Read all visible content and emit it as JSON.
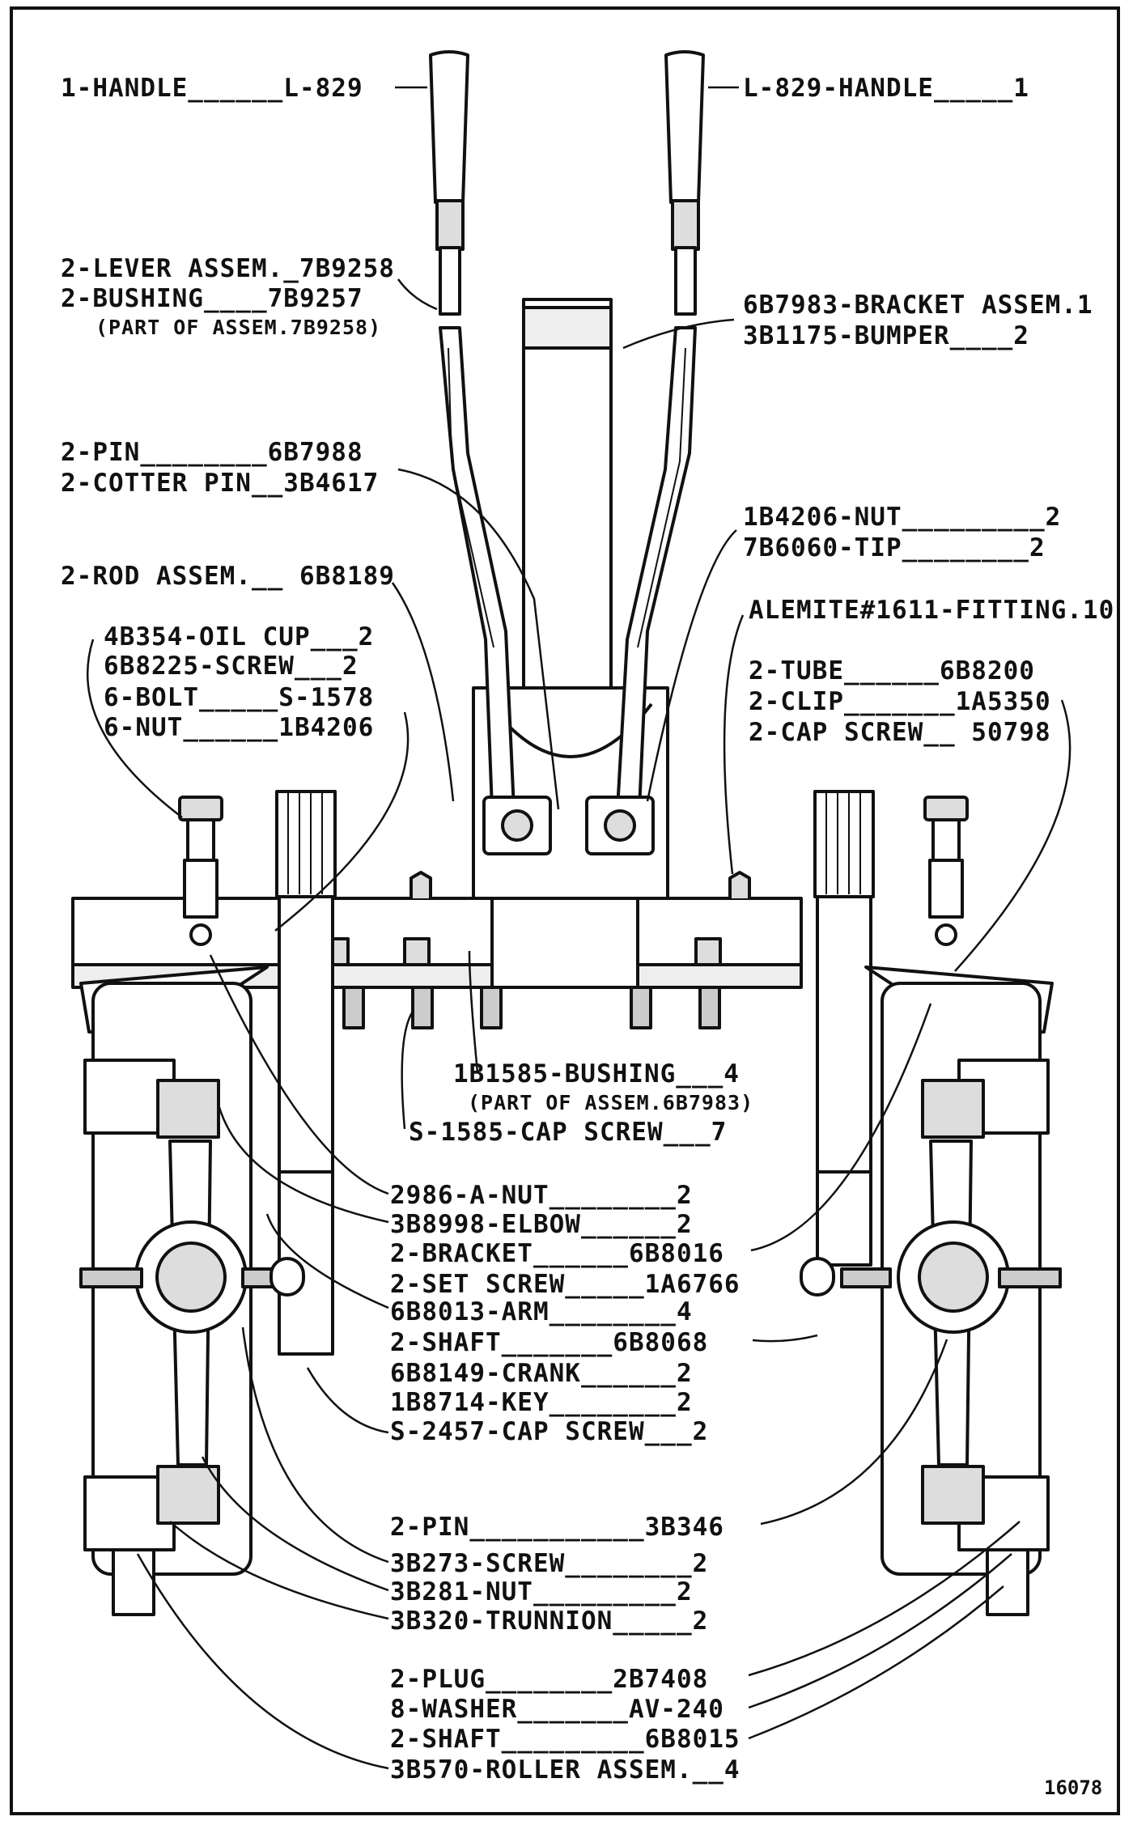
{
  "figure_number": "16078",
  "labels": {
    "handle_left": "1-HANDLE______L-829",
    "handle_right": "L-829-HANDLE_____1",
    "lever_assem": "2-LEVER ASSEM._7B9258",
    "bushing": "2-BUSHING____7B9257",
    "part_of_lever": "(PART OF ASSEM.7B9258)",
    "bracket_assem": "6B7983-BRACKET ASSEM.1",
    "bumper": "3B1175-BUMPER____2",
    "pin_top": "2-PIN________6B7988",
    "cotter_pin": "2-COTTER PIN__3B4617",
    "nut_1b4206": "1B4206-NUT_________2",
    "tip": "7B6060-TIP________2",
    "rod_assem": "2-ROD ASSEM.__ 6B8189",
    "alemite": "ALEMITE#1611-FITTING.10",
    "oil_cup": "4B354-OIL CUP___2",
    "screw_6b8225": "6B8225-SCREW___2",
    "bolt": "6-BOLT_____S-1578",
    "nut_6": "6-NUT______1B4206",
    "tube": "2-TUBE______6B8200",
    "clip": "2-CLIP_______1A5350",
    "cap_screw_50798": "2-CAP SCREW__ 50798",
    "bushing_1b1585": "1B1585-BUSHING___4",
    "part_of_bracket": "(PART OF ASSEM.6B7983)",
    "cap_screw_s1585": "S-1585-CAP SCREW___7",
    "nut_2986a": "2986-A-NUT________2",
    "elbow": "3B8998-ELBOW______2",
    "bracket_6b8016": "2-BRACKET______6B8016",
    "set_screw": "2-SET SCREW_____1A6766",
    "arm": "6B8013-ARM________4",
    "shaft_6b8068": "2-SHAFT_______6B8068",
    "crank": "6B8149-CRANK______2",
    "key": "1B8714-KEY________2",
    "cap_screw_s2457": "S-2457-CAP SCREW___2",
    "pin_3b346": "2-PIN___________3B346",
    "screw_3b273": "3B273-SCREW________2",
    "nut_3b281": "3B281-NUT_________2",
    "trunnion": "3B320-TRUNNION_____2",
    "plug": "2-PLUG________2B7408",
    "washer": "8-WASHER_______AV-240",
    "shaft_6b8015": "2-SHAFT_________6B8015",
    "roller_assem": "3B570-ROLLER ASSEM.__4"
  }
}
